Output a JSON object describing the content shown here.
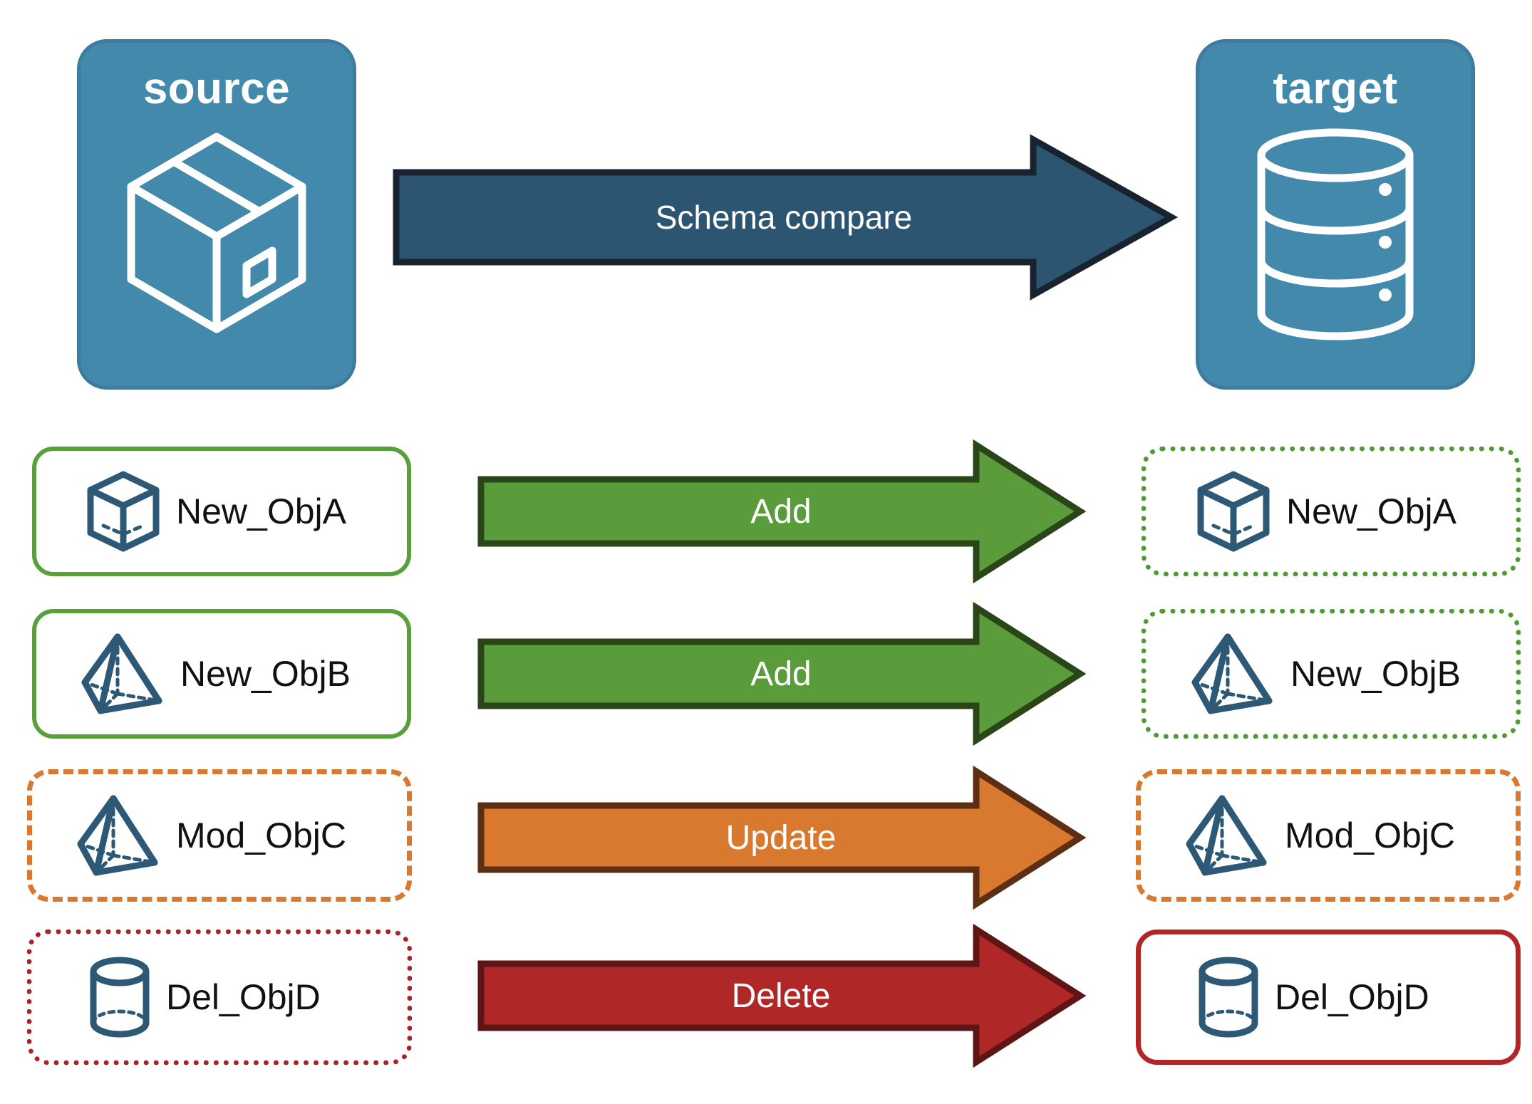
{
  "diagram": {
    "title": "Schema compare",
    "endpoints": [
      {
        "name": "source",
        "label": "source",
        "icon": "package-box-icon"
      },
      {
        "name": "target",
        "label": "target",
        "icon": "database-cylinder-icon"
      }
    ],
    "main_arrow": {
      "label": "Schema compare",
      "fill": "#2c5572",
      "stroke": "#18232f"
    },
    "rows": [
      {
        "action": "Add",
        "arrow_fill": "#5a9c3b",
        "arrow_stroke": "#2a4618",
        "source": {
          "label": "New_ObjA",
          "icon": "wireframe-cube-icon",
          "border_style": "solid",
          "border_color": "#57a03a"
        },
        "target": {
          "label": "New_ObjA",
          "icon": "wireframe-cube-icon",
          "border_style": "dotted",
          "border_color": "#4f9a33"
        }
      },
      {
        "action": "Add",
        "arrow_fill": "#5a9c3b",
        "arrow_stroke": "#2a4618",
        "source": {
          "label": "New_ObjB",
          "icon": "wireframe-pyramid-icon",
          "border_style": "solid",
          "border_color": "#57a03a"
        },
        "target": {
          "label": "New_ObjB",
          "icon": "wireframe-pyramid-icon",
          "border_style": "dotted",
          "border_color": "#4f9a33"
        }
      },
      {
        "action": "Update",
        "arrow_fill": "#d9782f",
        "arrow_stroke": "#5c2e14",
        "source": {
          "label": "Mod_ObjC",
          "icon": "wireframe-pyramid-icon",
          "border_style": "dashed",
          "border_color": "#d9782f"
        },
        "target": {
          "label": "Mod_ObjC",
          "icon": "wireframe-pyramid-icon",
          "border_style": "dashed",
          "border_color": "#d9782f"
        }
      },
      {
        "action": "Delete",
        "arrow_fill": "#b02728",
        "arrow_stroke": "#5e1515",
        "source": {
          "label": "Del_ObjD",
          "icon": "wireframe-cylinder-icon",
          "border_style": "dotted",
          "border_color": "#a82425"
        },
        "target": {
          "label": "Del_ObjD",
          "icon": "wireframe-cylinder-icon",
          "border_style": "solid",
          "border_color": "#b22627"
        }
      }
    ],
    "colors": {
      "panel_fill": "#4389ab",
      "panel_stroke": "#3d7c9c",
      "icon_blue": "#2d5876",
      "add_green": "#5a9c3b",
      "update_orange": "#d9782f",
      "delete_red": "#b02728",
      "compare_navy": "#2c5572",
      "background": "#ffffff"
    }
  }
}
